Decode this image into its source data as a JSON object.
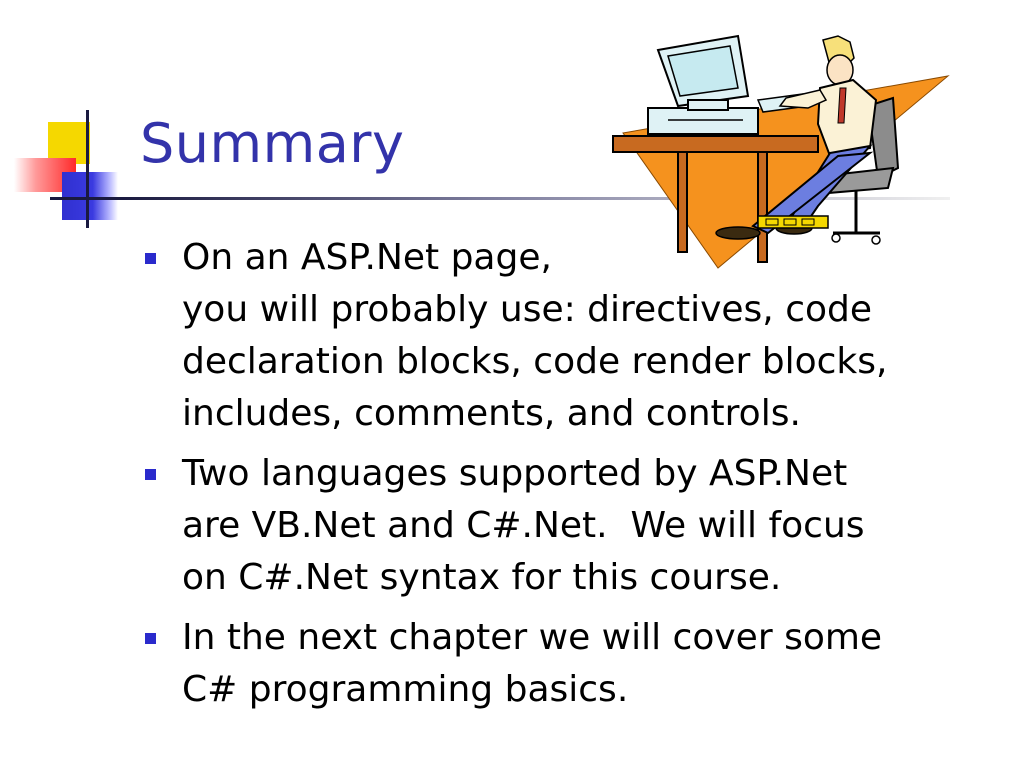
{
  "slide": {
    "title": "Summary",
    "bullets": [
      {
        "lines": [
          "On an ASP.Net page,",
          "you will probably use: directives, code",
          "declaration blocks, code render blocks,",
          "includes, comments, and controls."
        ]
      },
      {
        "lines": [
          "Two languages supported by ASP.Net",
          "are VB.Net and C#.Net.  We will focus",
          "on C#.Net syntax for this course."
        ]
      },
      {
        "lines": [
          "In the next chapter we will cover some",
          "C# programming basics."
        ]
      }
    ]
  },
  "colors": {
    "title": "#3333aa",
    "bullet_marker": "#2a2acc",
    "clipart_triangle": "#f5921e"
  },
  "clipart": {
    "icon": "person-at-computer-clipart"
  }
}
